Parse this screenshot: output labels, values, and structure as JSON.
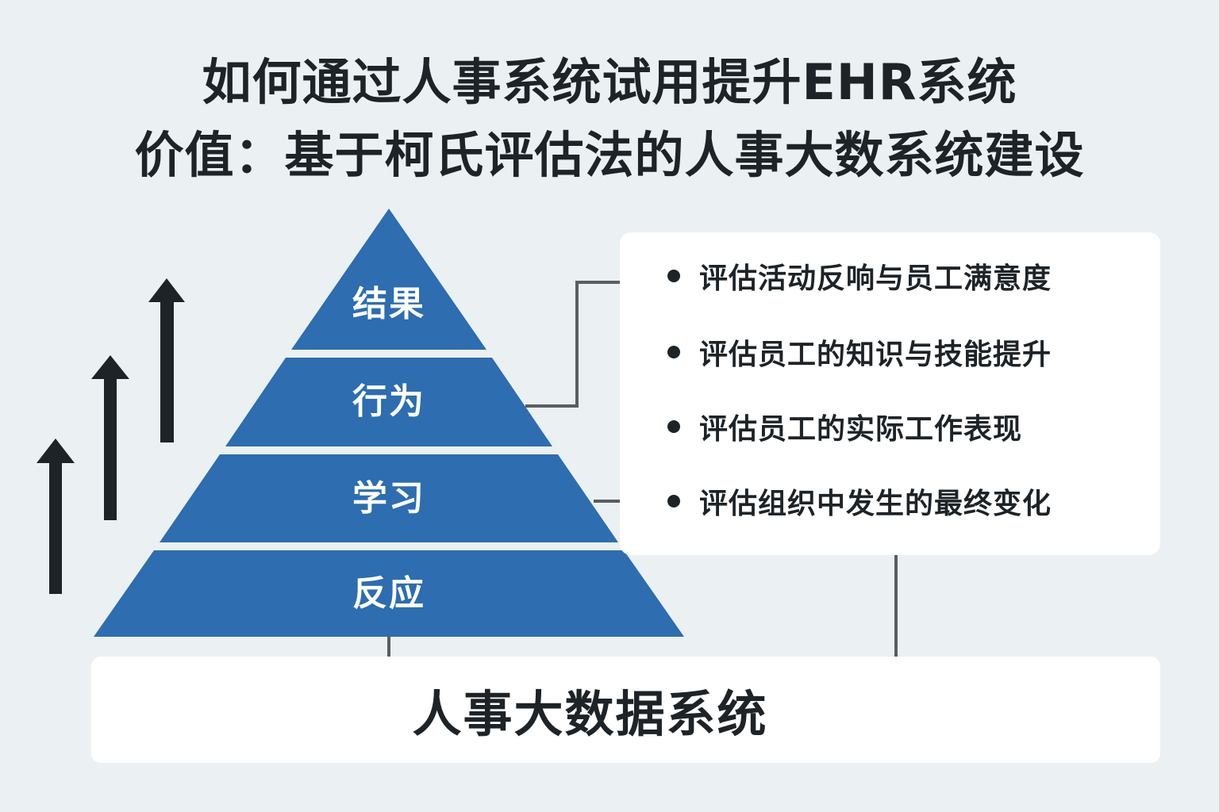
{
  "title": {
    "line1": "如何通过人事系统试用提升EHR系统",
    "line2": "价值：基于柯氏评估法的人事大数系统建设"
  },
  "colors": {
    "background": "#ebf0f3",
    "pyramid_blue": "#2d6db0",
    "text_dark": "#1d2327",
    "connector": "#5a5e62",
    "card_bg": "#ffffff"
  },
  "pyramid": {
    "levels": [
      {
        "label": "结果",
        "order": 4
      },
      {
        "label": "行为",
        "order": 3
      },
      {
        "label": "学习",
        "order": 2
      },
      {
        "label": "反应",
        "order": 1
      }
    ]
  },
  "arrows": [
    {
      "icon": "arrow-up-icon",
      "position": "left"
    },
    {
      "icon": "arrow-up-icon",
      "position": "middle"
    },
    {
      "icon": "arrow-up-icon",
      "position": "right"
    }
  ],
  "info_card": {
    "items": [
      "评估活动反响与员工满意度",
      "评估员工的知识与技能提升",
      "评估员工的实际工作表现",
      "评估组织中发生的最终变化"
    ]
  },
  "bottom": {
    "label": "人事大数据系统"
  }
}
